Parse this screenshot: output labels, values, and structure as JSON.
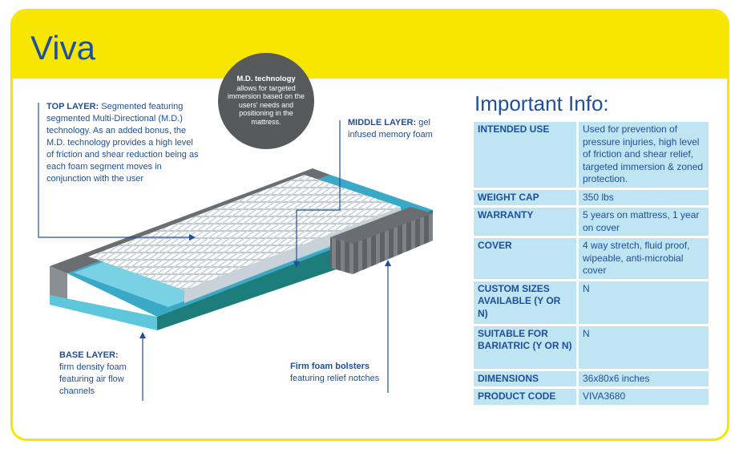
{
  "product": {
    "name": "Viva"
  },
  "bubble": {
    "heading": "M.D. technology",
    "text": "allows for targeted immersion based on the users' needs and positioning in the mattress."
  },
  "annotations": {
    "top_layer": {
      "label": "TOP LAYER:",
      "text": "Segmented featuring segmented Multi-Directional (M.D.) technology. As an added bonus, the M.D. technology provides a high level of friction and shear reduction being as each foam segment moves in conjunction with the user"
    },
    "middle_layer": {
      "label": "MIDDLE LAYER:",
      "text": "gel infused memory foam"
    },
    "base_layer": {
      "label": "BASE LAYER:",
      "text": "firm density foam featuring air flow channels"
    },
    "bolsters": {
      "label": "Firm foam bolsters",
      "text": "featuring relief notches"
    }
  },
  "important_info": {
    "title": "Important Info:",
    "rows": [
      {
        "key": "INTENDED USE",
        "value": "Used for prevention of pressure injuries, high level of friction and shear relief, targeted immersion & zoned protection."
      },
      {
        "key": "WEIGHT CAP",
        "value": "350 lbs"
      },
      {
        "key": "WARRANTY",
        "value": "5 years on mattress, 1 year on cover"
      },
      {
        "key": "COVER",
        "value": "4 way stretch, fluid proof, wipeable, anti-microbial cover"
      },
      {
        "key": "CUSTOM SIZES AVAILABLE (Y OR N)",
        "value": "N"
      },
      {
        "key": "SUITABLE FOR BARIATRIC (Y OR N)",
        "value": "N"
      },
      {
        "key": "DIMENSIONS",
        "value": "36x80x6 inches"
      },
      {
        "key": "PRODUCT CODE",
        "value": "VIVA3680"
      }
    ]
  },
  "colors": {
    "banner": "#f7e600",
    "accent": "#1f4fa0",
    "table_cell": "#bfe4f2",
    "bubble": "#58595b"
  }
}
